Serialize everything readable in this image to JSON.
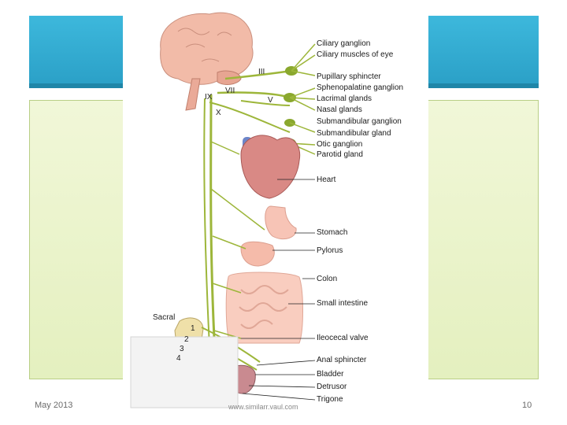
{
  "slide": {
    "date": "May 2013",
    "page_number": "10",
    "footer_center": "www.similarr.vaul.com"
  },
  "diagram": {
    "cranial_nerves": [
      "III",
      "VII",
      "IX",
      "V",
      "X"
    ],
    "sacral_label": "Sacral",
    "sacral_numbers": [
      "1",
      "2",
      "3",
      "4"
    ],
    "labels": [
      "Ciliary ganglion",
      "Ciliary muscles of eye",
      "Pupillary sphincter",
      "Sphenopalatine ganglion",
      "Lacrimal glands",
      "Nasal glands",
      "Submandibular ganglion",
      "Submandibular gland",
      "Otic ganglion",
      "Parotid gland",
      "Heart",
      "Stomach",
      "Pylorus",
      "Colon",
      "Small intestine",
      "Ileocecal valve",
      "Anal sphincter",
      "Bladder",
      "Detrusor",
      "Trigone"
    ],
    "colors": {
      "nerve": "#9db63a",
      "ganglion": "#8aa82e",
      "brain": "#f0b8a6",
      "heart": "#d77f7b",
      "gut": "#f7c2b4",
      "title_bar": "#2fb0d8"
    }
  }
}
